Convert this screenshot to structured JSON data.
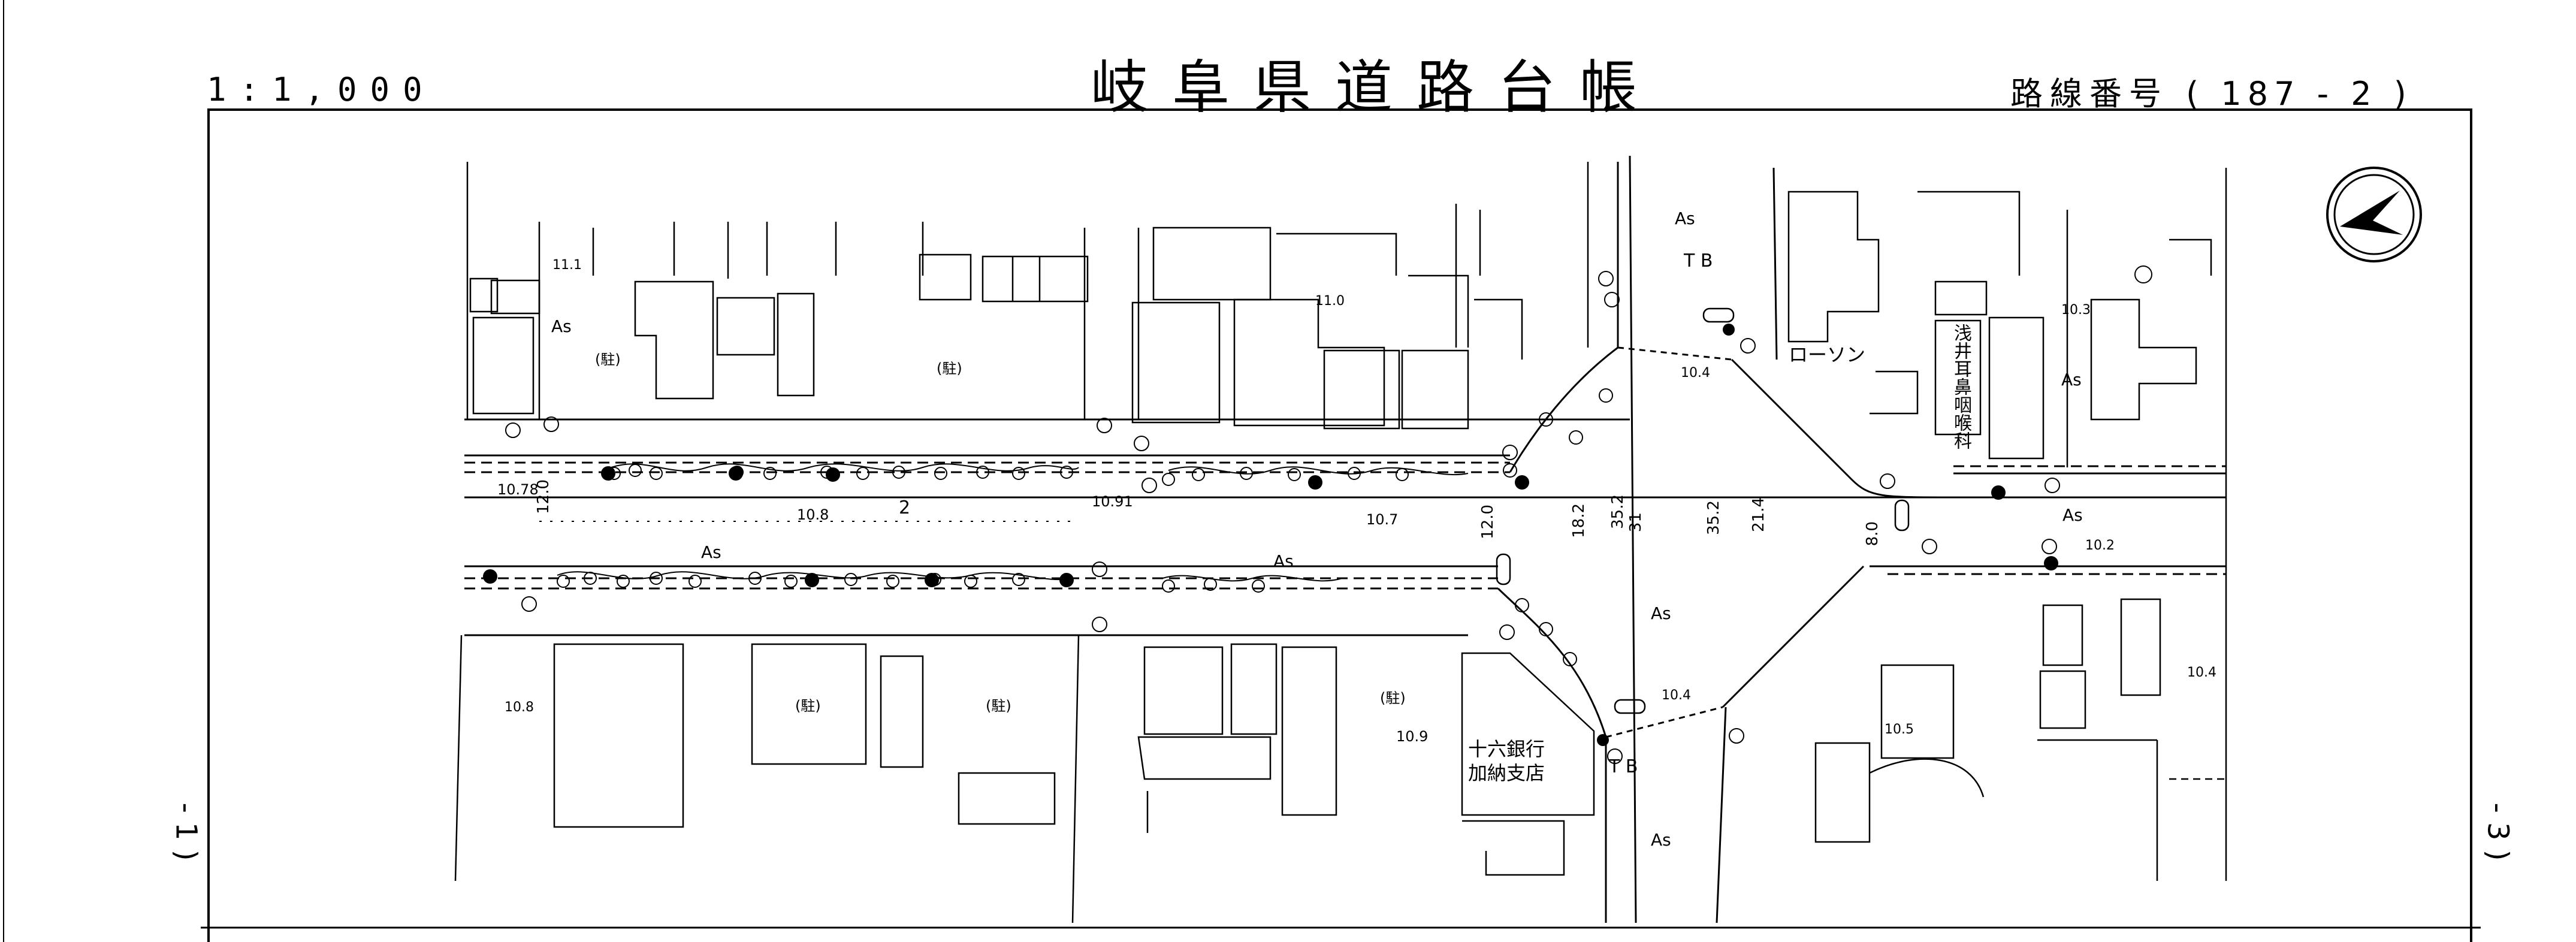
{
  "header": {
    "scale": "1:1,000",
    "title": "岐阜県道路台帳",
    "route_label": "路線番号",
    "route_number": "( 187 - 2 )"
  },
  "margins": {
    "left_sheet_ref": "- 1 )",
    "right_sheet_ref": "- 3 )"
  },
  "map": {
    "north_symbol": "north-arrow",
    "surface_label": "As",
    "parking_label": "(駐)",
    "shop_label": "ローソン",
    "clinic_label": "浅井耳鼻咽喉科",
    "bank_label_line1": "十六銀行",
    "bank_label_line2": "加納支店",
    "tb_label": "T B",
    "station_mark": "2",
    "elevations": [
      "10.78",
      "10.8",
      "10.91",
      "10.7",
      "10.4",
      "10.3",
      "10.2",
      "10.4",
      "10.5",
      "10.4",
      "10.9",
      "10.8",
      "11.1",
      "11.0"
    ],
    "widths": [
      "12.0",
      "12.0",
      "18.2",
      "35.2",
      "35.2",
      "21.4",
      "8.0",
      "31"
    ]
  }
}
